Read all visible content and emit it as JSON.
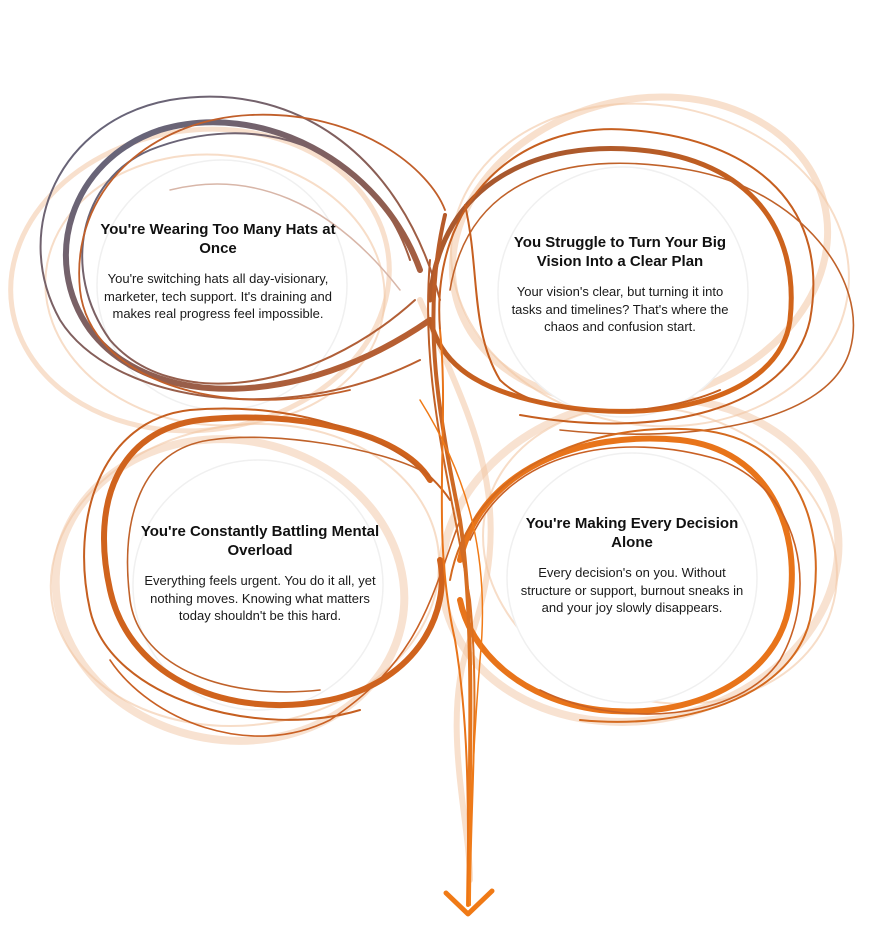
{
  "colors": {
    "slate": "#5d6683",
    "rust": "#b95a2c",
    "orange": "#f07a16",
    "peach": "#f2c6a4",
    "text": "#111111"
  },
  "cards": [
    {
      "title": "You're Wearing Too Many Hats at Once",
      "body": "You're switching hats all day-visionary, marketer, tech support. It's draining and makes real progress feel impossible."
    },
    {
      "title": "You Struggle to Turn Your Big Vision Into a Clear Plan",
      "body": "Your vision's clear, but turning it into tasks and timelines? That's where the chaos and confusion start."
    },
    {
      "title": "You're Constantly Battling Mental Overload",
      "body": "Everything feels urgent. You do it all, yet nothing moves. Knowing what matters today shouldn't be this hard."
    },
    {
      "title": "You're Making Every Decision Alone",
      "body": "Every decision's on you. Without structure or support, burnout sneaks in and your joy slowly disappears."
    }
  ],
  "arrow_icon": "arrow-down-icon"
}
